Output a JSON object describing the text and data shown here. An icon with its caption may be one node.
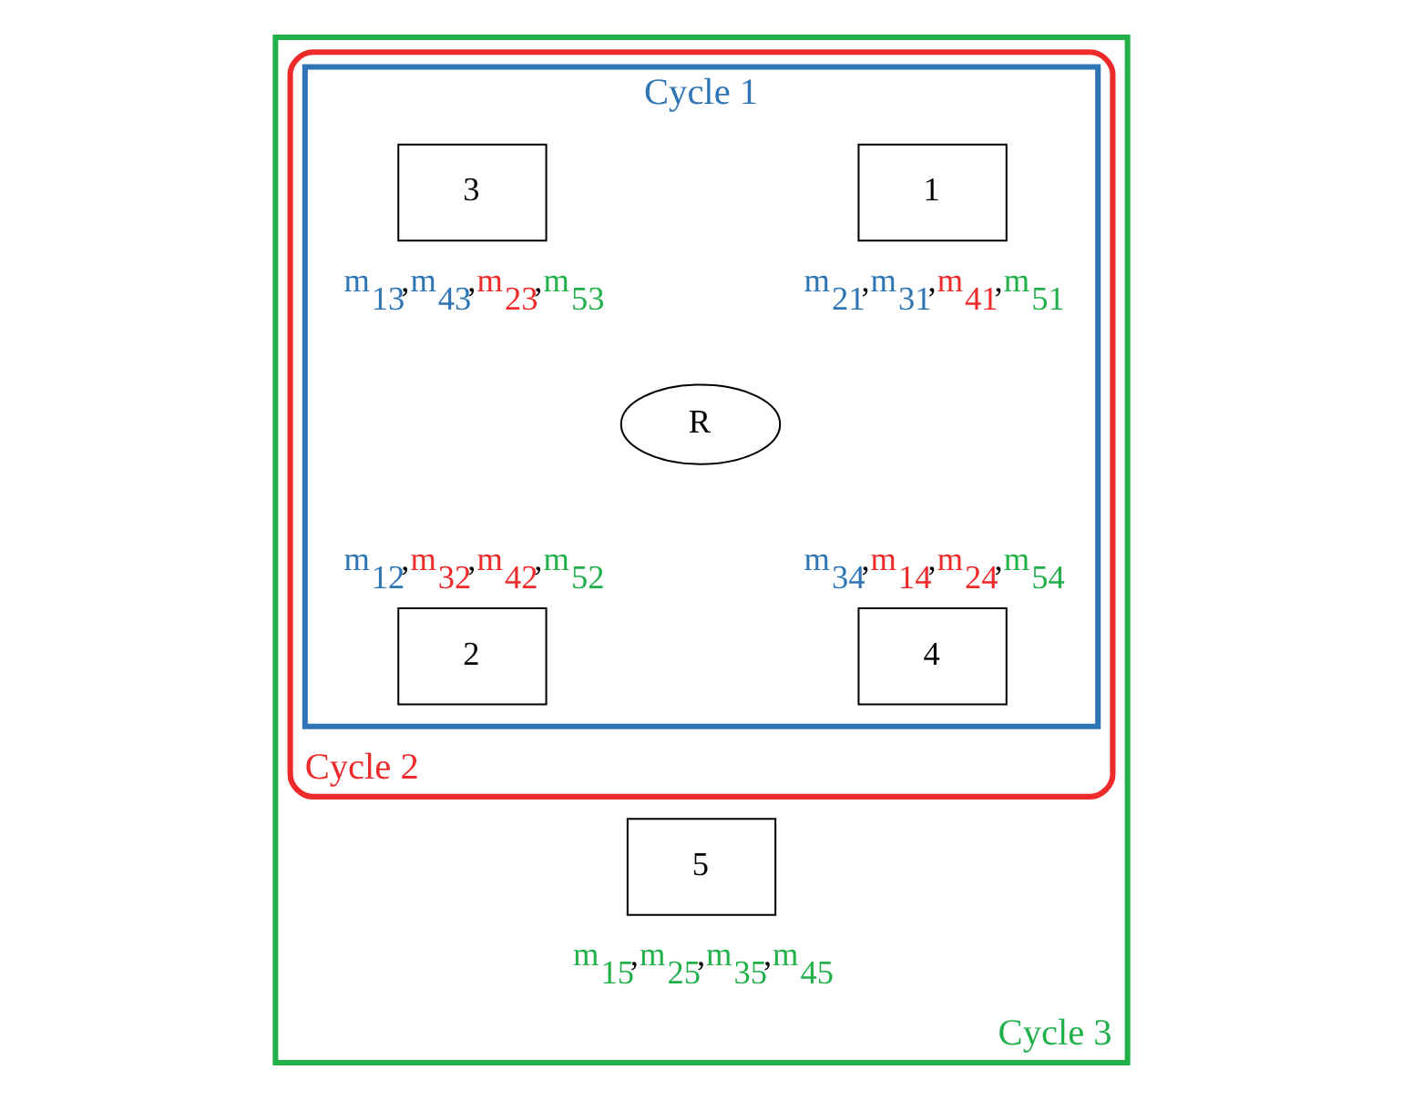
{
  "diagram": {
    "nodes": [
      {
        "text": [
          "Cycle 3"
        ]
      },
      {
        "text": [
          "Cycle 2"
        ],
        "in": 0
      },
      {
        "text": [
          "Cycle 1"
        ],
        "in": 1
      },
      {
        "text": [
          "1"
        ],
        "in": 2,
        "beside": [
          "m$_{21}$,m$_{31}$,m$_{41}$,m$_{51}$"
        ]
      },
      {
        "text": [
          "3"
        ],
        "in": 2,
        "beside": [
          "m$_{13}$,m$_{43}$,m$_{23}$,m$_{53}$"
        ]
      },
      {
        "text": [
          "R"
        ],
        "in": 2
      },
      {
        "text": [
          "2"
        ],
        "in": 2,
        "beside": [
          "m$_{12}$,m$_{32}$,m$_{42}$,m$_{52}$"
        ]
      },
      {
        "text": [
          "4"
        ],
        "in": 2,
        "beside": [
          "m$_{34}$,m$_{14}$,m$_{24}$,m$_{54}$"
        ]
      },
      {
        "text": [
          "5"
        ],
        "in": 0,
        "beside": [
          "m$_{15}$,m$_{25}$,m$_{35}$,m$_{45}$"
        ]
      }
    ],
    "edges": []
  }
}
